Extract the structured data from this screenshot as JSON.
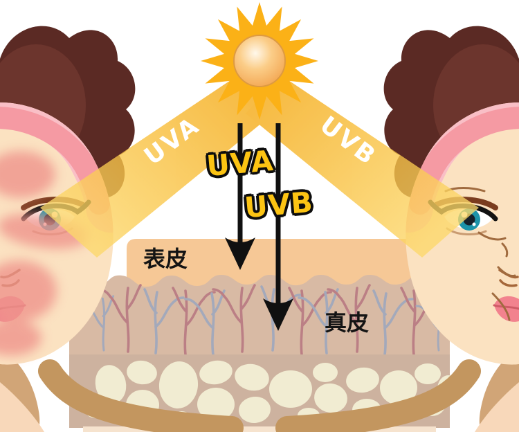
{
  "scene": {
    "title": "UVA / UVB skin penetration illustration",
    "sun": {
      "icon": "sun-icon"
    },
    "rays": {
      "uva_beam_label": "UVA",
      "uvb_beam_label": "UVB"
    },
    "penetration_arrows": {
      "uva_label": "UVA",
      "uvb_label": "UVB"
    },
    "skin_layers": {
      "epidermis_label": "表皮",
      "dermis_label": "真皮"
    },
    "colors": {
      "sun_ray": "#FBB117",
      "beam_start": "#F5A70D",
      "beam_end": "#FCD86A",
      "penetration_label_yellow": "#FCC413",
      "epidermis": "#F6C896",
      "dermis": "#D8BAA4",
      "fat_lobule": "#F1ECD2",
      "vessel_red": "#BB7F85",
      "vessel_blue": "#A3A9BB",
      "hair": "#5B2A24",
      "skin": "#FBE2C1",
      "cheek_burn": "#EF948C",
      "arrow": "#101010"
    }
  }
}
